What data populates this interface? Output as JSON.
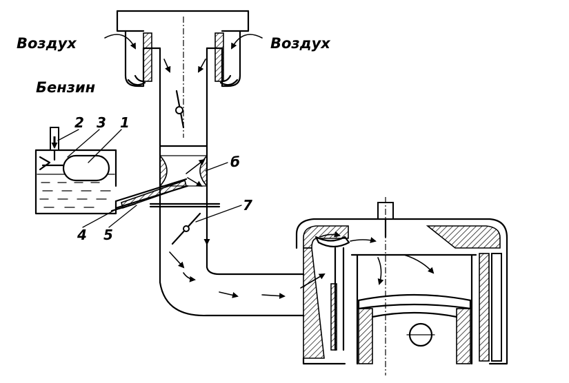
{
  "labels": {
    "air_left": "Воздух",
    "air_right": "Воздух",
    "fuel": "Бензин"
  },
  "part_numbers": {
    "n1": "1",
    "n2": "2",
    "n3": "3",
    "n4": "4",
    "n5": "5",
    "n6": "б",
    "n7": "7"
  }
}
